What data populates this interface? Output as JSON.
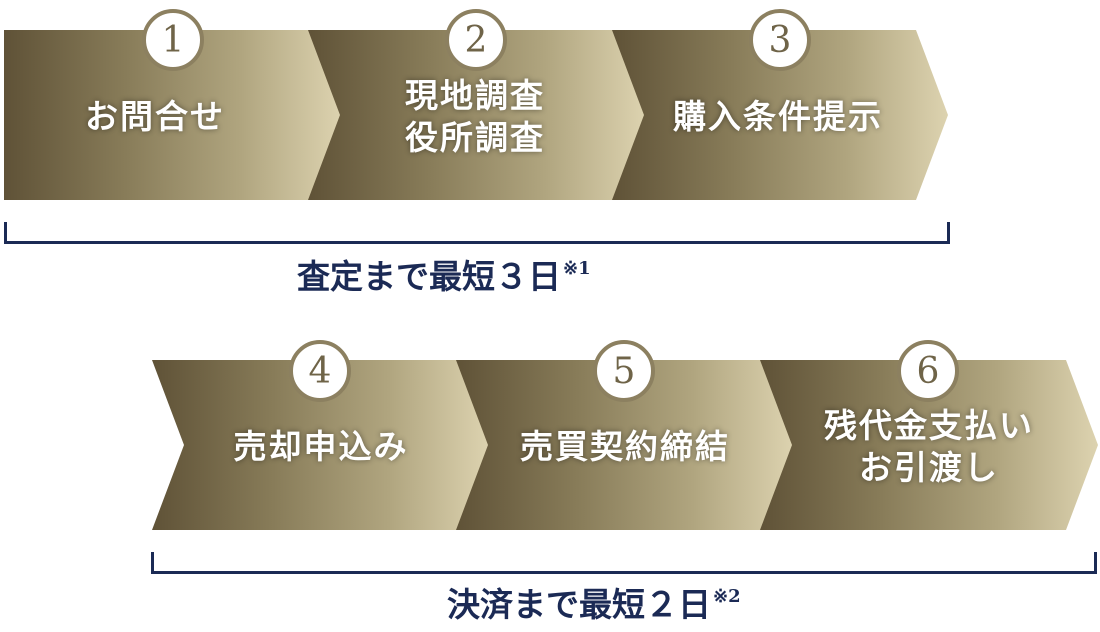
{
  "row1": {
    "steps": [
      {
        "number": "1",
        "label": "お問合せ"
      },
      {
        "number": "2",
        "label": "現地調査\n役所調査"
      },
      {
        "number": "3",
        "label": "購入条件提示"
      }
    ],
    "caption": "査定まで最短３日",
    "note": "※1"
  },
  "row2": {
    "steps": [
      {
        "number": "4",
        "label": "売却申込み"
      },
      {
        "number": "5",
        "label": "売買契約締結"
      },
      {
        "number": "6",
        "label": "残代金支払い\nお引渡し"
      }
    ],
    "caption": "決済まで最短２日",
    "note": "※2"
  },
  "colors": {
    "chevron_dark": "#5f5237",
    "chevron_light": "#ddd3b0",
    "circle_border": "#8c8060",
    "bracket": "#1b2a55",
    "caption": "#1b2a55"
  }
}
